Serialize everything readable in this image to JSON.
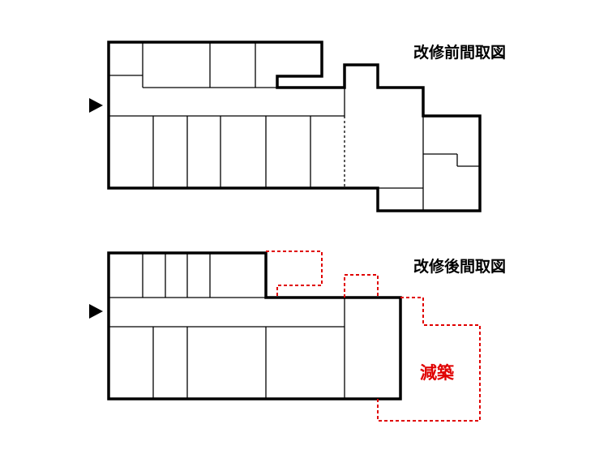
{
  "before": {
    "title": "改修前間取図"
  },
  "after": {
    "title": "改修後間取図",
    "removed_label": "減築"
  },
  "colors": {
    "wall": "#000000",
    "removed": "#e00000",
    "background": "#ffffff"
  },
  "icons": {
    "entrance": "entrance-arrow-icon"
  }
}
